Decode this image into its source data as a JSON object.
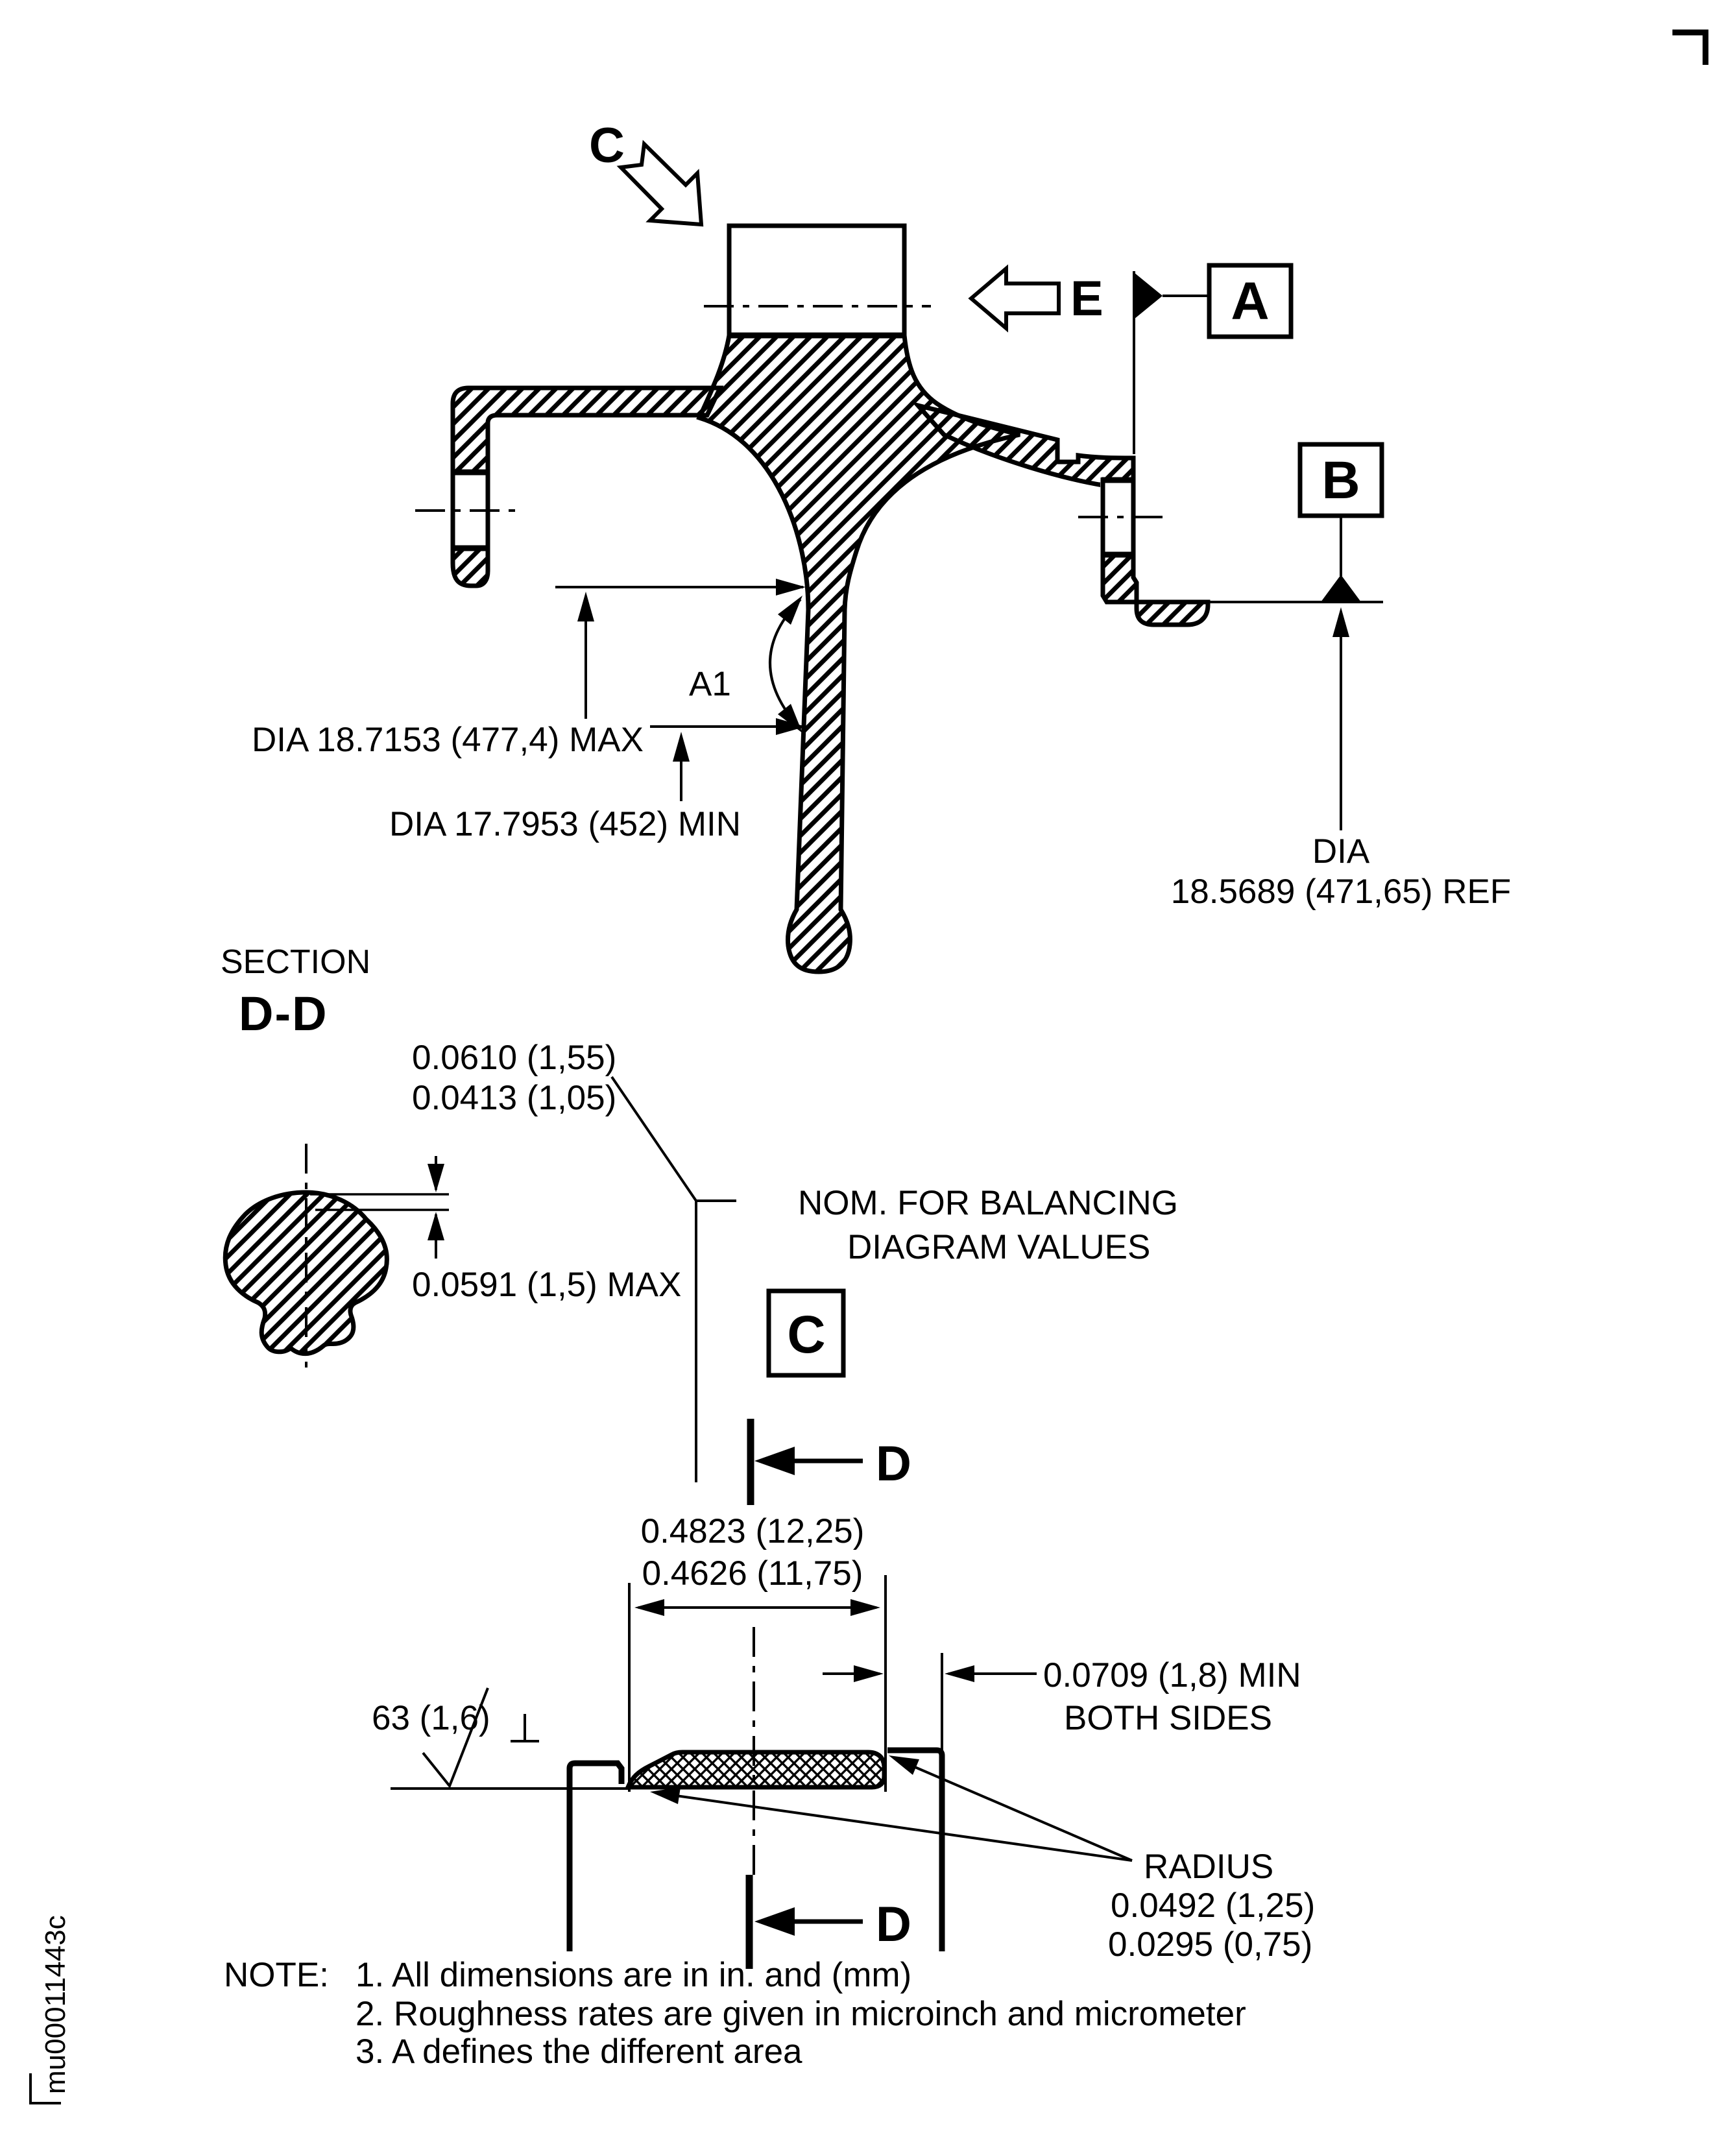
{
  "colors": {
    "ink": "#000000",
    "paper": "#ffffff"
  },
  "title_block": {
    "doc_id": "mu00011443c"
  },
  "labels": {
    "view_c": "C",
    "view_e": "E",
    "datum_a": "A",
    "datum_b": "B",
    "zone_c_boxed": "C",
    "section_cut_d_upper": "D",
    "section_cut_d_lower": "D",
    "area_a1": "A1"
  },
  "main_view": {
    "dia_max": "DIA 18.7153 (477,4) MAX",
    "dia_min": "DIA 17.7953 (452) MIN",
    "dia_ref_l1": "DIA",
    "dia_ref_l2": "18.5689 (471,65) REF"
  },
  "section_dd": {
    "title_l1": "SECTION",
    "title_l2": "D-D",
    "dim_upper": "0.0610 (1,55)",
    "dim_lower": "0.0413 (1,05)",
    "dim_max": "0.0591 (1,5) MAX",
    "balancing_note_l1": "NOM. FOR BALANCING",
    "balancing_note_l2": "DIAGRAM VALUES"
  },
  "detail": {
    "width_upper": "0.4823 (12,25)",
    "width_lower": "0.4626 (11,75)",
    "edge_min_l1": "0.0709 (1,8) MIN",
    "edge_min_l2": "BOTH SIDES",
    "roughness": "63 (1,6)",
    "radius_title": "RADIUS",
    "radius_upper": "0.0492 (1,25)",
    "radius_lower": "0.0295 (0,75)"
  },
  "notes": {
    "label": "NOTE:",
    "item_1": "1. All dimensions are in in. and (mm)",
    "item_2": "2. Roughness rates are given in microinch and micrometer",
    "item_3": "3. A defines the different area"
  }
}
